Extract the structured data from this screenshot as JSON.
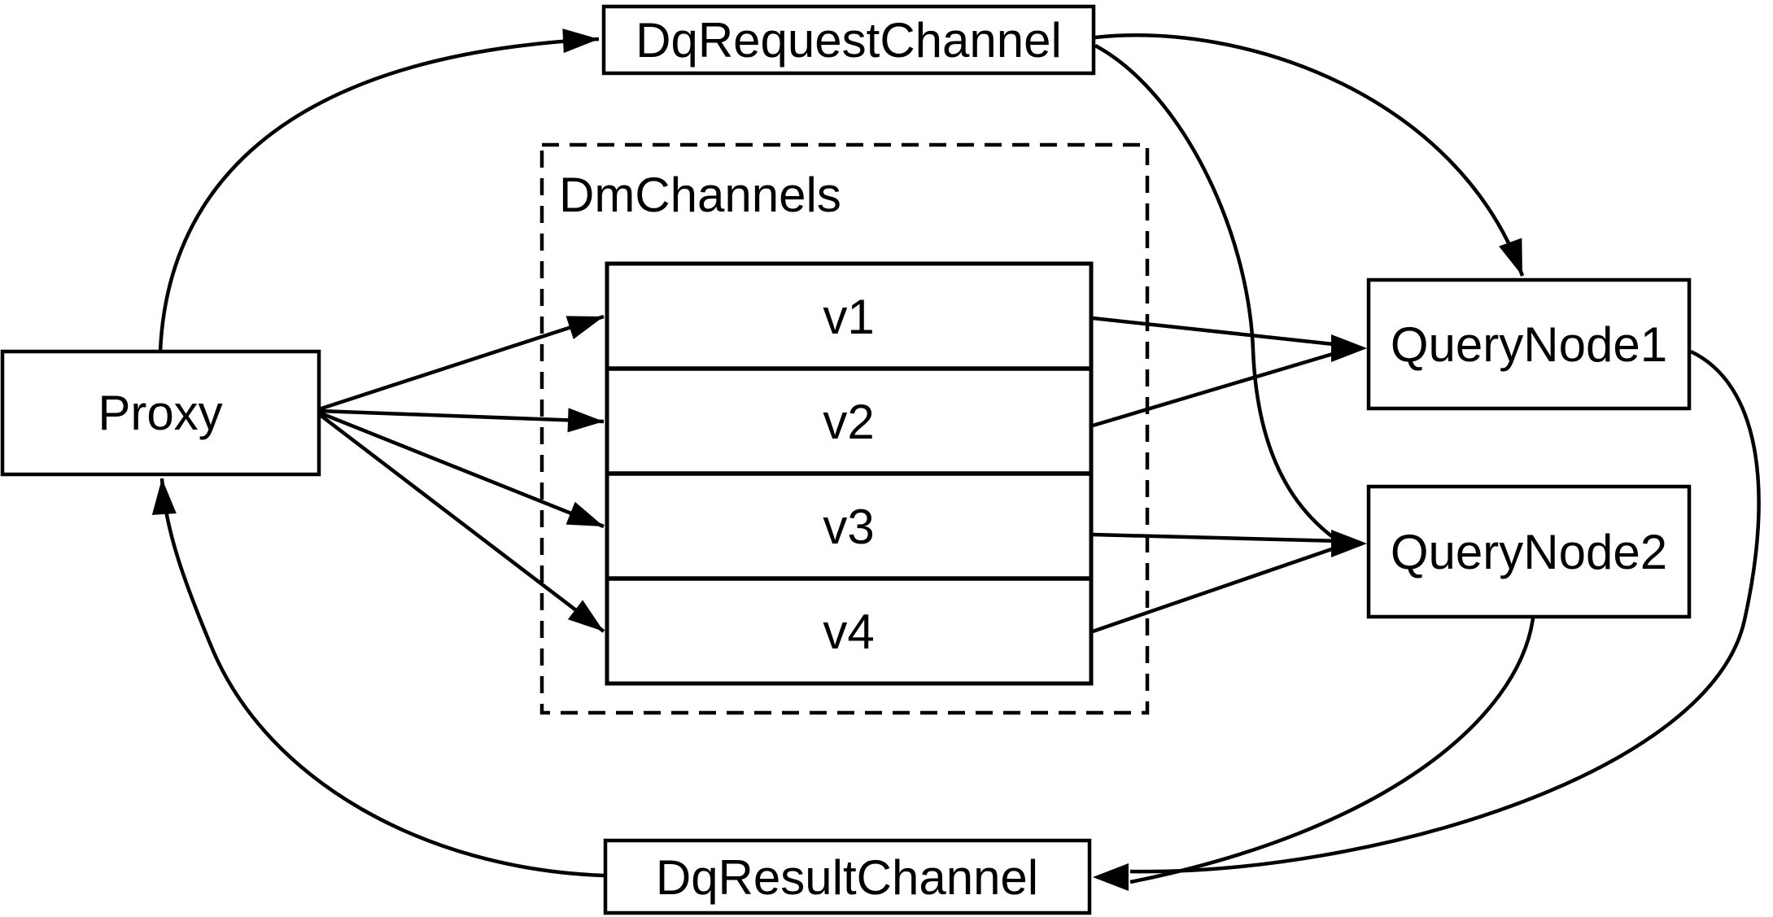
{
  "diagram": {
    "background": "#ffffff",
    "stroke_color": "#000000",
    "text_color": "#000000",
    "nodes": {
      "proxy": {
        "label": "Proxy"
      },
      "dq_request_channel": {
        "label": "DqRequestChannel"
      },
      "dm_channels_group": {
        "label": "DmChannels"
      },
      "channels": [
        {
          "label": "v1"
        },
        {
          "label": "v2"
        },
        {
          "label": "v3"
        },
        {
          "label": "v4"
        }
      ],
      "query_node1": {
        "label": "QueryNode1"
      },
      "query_node2": {
        "label": "QueryNode2"
      },
      "dq_result_channel": {
        "label": "DqResultChannel"
      }
    },
    "edges": [
      {
        "from": "Proxy",
        "to": "DqRequestChannel"
      },
      {
        "from": "DqRequestChannel",
        "to": "QueryNode1"
      },
      {
        "from": "DqRequestChannel",
        "to": "QueryNode2"
      },
      {
        "from": "Proxy",
        "to": "v1"
      },
      {
        "from": "Proxy",
        "to": "v2"
      },
      {
        "from": "Proxy",
        "to": "v3"
      },
      {
        "from": "Proxy",
        "to": "v4"
      },
      {
        "from": "v1",
        "to": "QueryNode1"
      },
      {
        "from": "v2",
        "to": "QueryNode1"
      },
      {
        "from": "v3",
        "to": "QueryNode2"
      },
      {
        "from": "v4",
        "to": "QueryNode2"
      },
      {
        "from": "QueryNode1",
        "to": "DqResultChannel"
      },
      {
        "from": "QueryNode2",
        "to": "DqResultChannel"
      },
      {
        "from": "DqResultChannel",
        "to": "Proxy"
      }
    ]
  }
}
